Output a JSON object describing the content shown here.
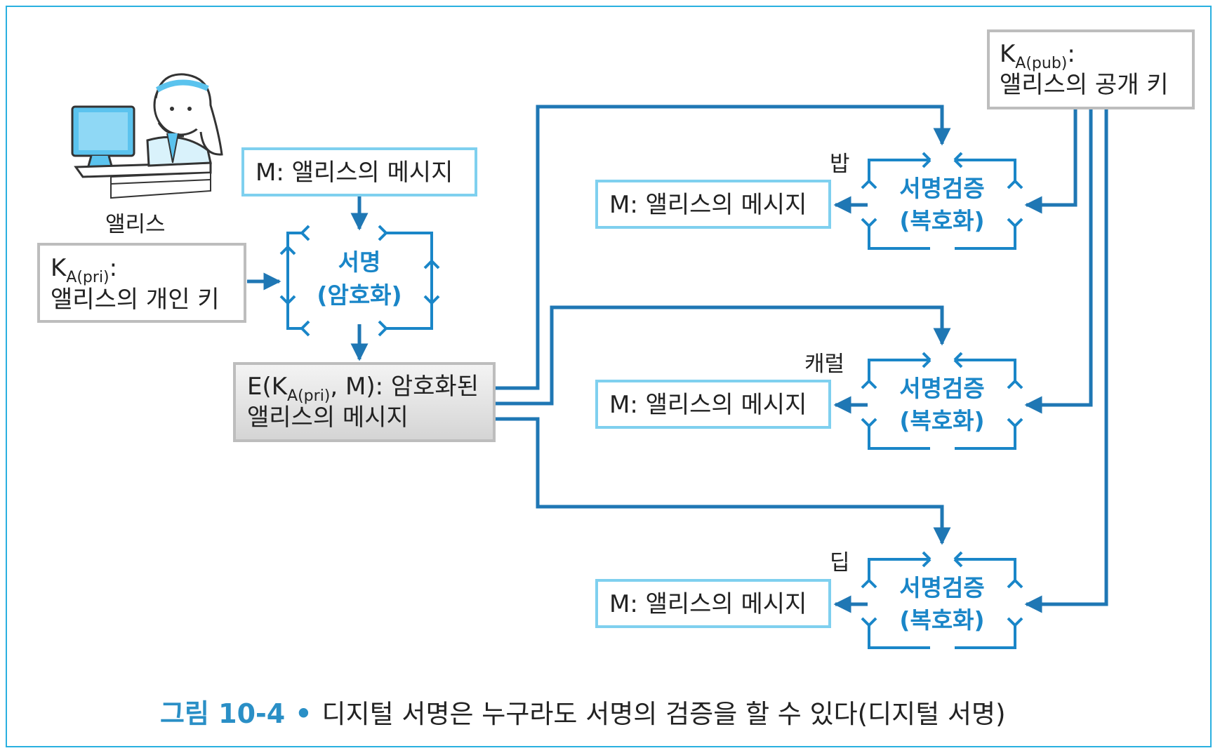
{
  "alice": {
    "name": "앨리스"
  },
  "message_box": {
    "text": "M: 앨리스의 메시지"
  },
  "private_key": {
    "k": "K",
    "sub": "A(pri)",
    "colon": ":",
    "desc": "앨리스의 개인 키"
  },
  "public_key": {
    "k": "K",
    "sub": "A(pub)",
    "colon": ":",
    "desc": "앨리스의 공개 키"
  },
  "sign_box": {
    "line1": "서명",
    "line2": "(암호화)"
  },
  "encrypted_box": {
    "e_prefix": "E(K",
    "sub": "A(pri)",
    "e_suffix": ", M): 암호화된",
    "line2": "앨리스의 메시지"
  },
  "receivers": [
    {
      "name": "밥",
      "verify_line1": "서명검증",
      "verify_line2": "(복호화)",
      "output": "M: 앨리스의 메시지"
    },
    {
      "name": "캐럴",
      "verify_line1": "서명검증",
      "verify_line2": "(복호화)",
      "output": "M: 앨리스의 메시지"
    },
    {
      "name": "딥",
      "verify_line1": "서명검증",
      "verify_line2": "(복호화)",
      "output": "M: 앨리스의 메시지"
    }
  ],
  "caption": {
    "figure": "그림 10-4",
    "bullet": "•",
    "text": "디지털 서명은 누구라도 서명의 검증을 할 수 있다(디지털 서명)"
  },
  "colors": {
    "accent": "#1a86c8",
    "line": "#1f77b4",
    "light_border": "#7fd0ef",
    "gray_border": "#bdbdbd"
  }
}
